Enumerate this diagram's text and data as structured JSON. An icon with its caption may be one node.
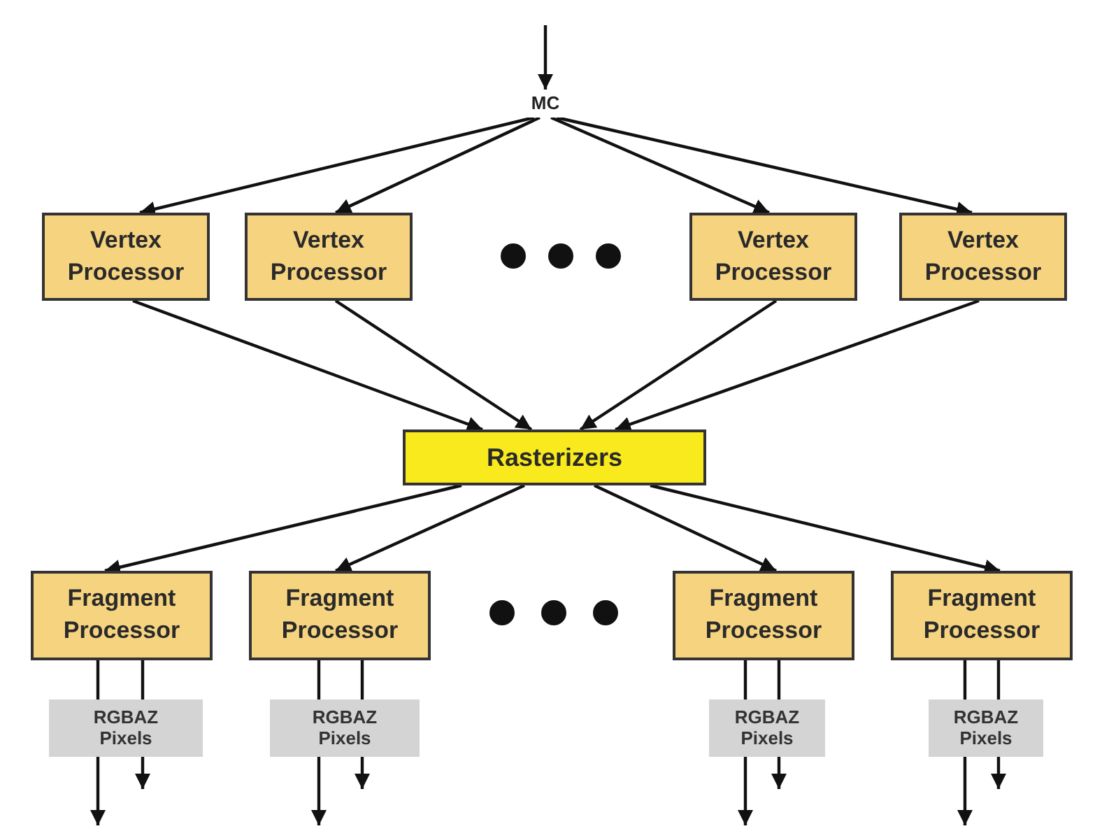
{
  "diagram": {
    "nodes": [
      {
        "text": [
          "MC"
        ]
      },
      {
        "text": [
          "Vertex Processor"
        ]
      },
      {
        "text": [
          "Vertex Processor"
        ]
      },
      {
        "text": [
          "Vertex Processor"
        ]
      },
      {
        "text": [
          "Vertex Processor"
        ]
      },
      {
        "text": [
          "Rasterizers"
        ]
      },
      {
        "text": [
          "Fragment Processor"
        ]
      },
      {
        "text": [
          "Fragment Processor"
        ]
      },
      {
        "text": [
          "Fragment Processor"
        ]
      },
      {
        "text": [
          "Fragment Processor"
        ]
      },
      {
        "text": [
          "RGBAZ Pixels"
        ]
      },
      {
        "text": [
          "RGBAZ Pixels"
        ]
      },
      {
        "text": [
          "RGBAZ Pixels"
        ]
      },
      {
        "text": [
          "RGBAZ Pixels"
        ]
      }
    ],
    "edges": [
      {
        "from": null,
        "to": 0,
        "arrow": "to"
      },
      {
        "from": 0,
        "to": 1,
        "arrow": "to"
      },
      {
        "from": 0,
        "to": 2,
        "arrow": "to"
      },
      {
        "from": 0,
        "to": 3,
        "arrow": "to"
      },
      {
        "from": 0,
        "to": 4,
        "arrow": "to"
      },
      {
        "from": 1,
        "to": 5,
        "arrow": "to"
      },
      {
        "from": 2,
        "to": 5,
        "arrow": "to"
      },
      {
        "from": 3,
        "to": 5,
        "arrow": "to"
      },
      {
        "from": 4,
        "to": 5,
        "arrow": "to"
      },
      {
        "from": 5,
        "to": 6,
        "arrow": "to"
      },
      {
        "from": 5,
        "to": 7,
        "arrow": "to"
      },
      {
        "from": 5,
        "to": 8,
        "arrow": "to"
      },
      {
        "from": 5,
        "to": 9,
        "arrow": "to"
      },
      {
        "from": 6,
        "to": 10,
        "arrow": "none"
      },
      {
        "from": 6,
        "to": 10,
        "arrow": "none"
      },
      {
        "from": 10,
        "to": null,
        "arrow": "to"
      },
      {
        "from": 10,
        "to": null,
        "arrow": "to"
      },
      {
        "from": 7,
        "to": 11,
        "arrow": "none"
      },
      {
        "from": 7,
        "to": 11,
        "arrow": "none"
      },
      {
        "from": 11,
        "to": null,
        "arrow": "to"
      },
      {
        "from": 11,
        "to": null,
        "arrow": "to"
      },
      {
        "from": 8,
        "to": 12,
        "arrow": "none"
      },
      {
        "from": 8,
        "to": 12,
        "arrow": "none"
      },
      {
        "from": 12,
        "to": null,
        "arrow": "to"
      },
      {
        "from": 12,
        "to": null,
        "arrow": "to"
      },
      {
        "from": 9,
        "to": 13,
        "arrow": "none"
      },
      {
        "from": 9,
        "to": 13,
        "arrow": "none"
      },
      {
        "from": 13,
        "to": null,
        "arrow": "to"
      },
      {
        "from": 13,
        "to": null,
        "arrow": "to"
      }
    ]
  }
}
